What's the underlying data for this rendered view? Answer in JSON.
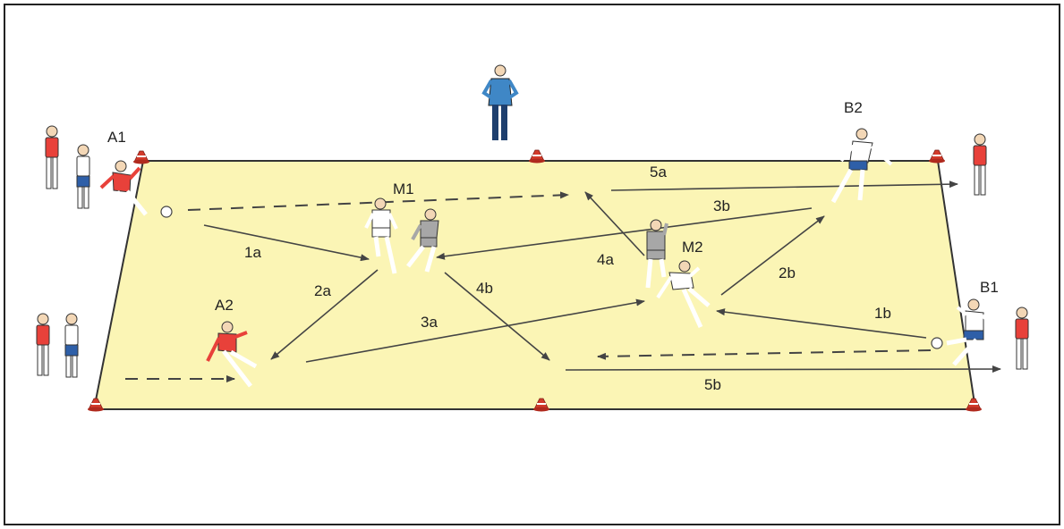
{
  "diagram": {
    "colors": {
      "pitch": "#fbf5b5",
      "pitch_border": "#333333",
      "cone": "#d23b2b",
      "arrow": "#444444",
      "team_red": "#e8413a",
      "team_white": "#ffffff",
      "team_grey": "#a7a7a7",
      "shorts_blue": "#2e5fa8",
      "coach_blue": "#3f87c6"
    },
    "labels": {
      "A1": "A1",
      "A2": "A2",
      "B1": "B1",
      "B2": "B2",
      "M1": "M1",
      "M2": "M2",
      "p1a": "1a",
      "p1b": "1b",
      "p2a": "2a",
      "p2b": "2b",
      "p3a": "3a",
      "p3b": "3b",
      "p4a": "4a",
      "p4b": "4b",
      "p5a": "5a",
      "p5b": "5b"
    }
  }
}
